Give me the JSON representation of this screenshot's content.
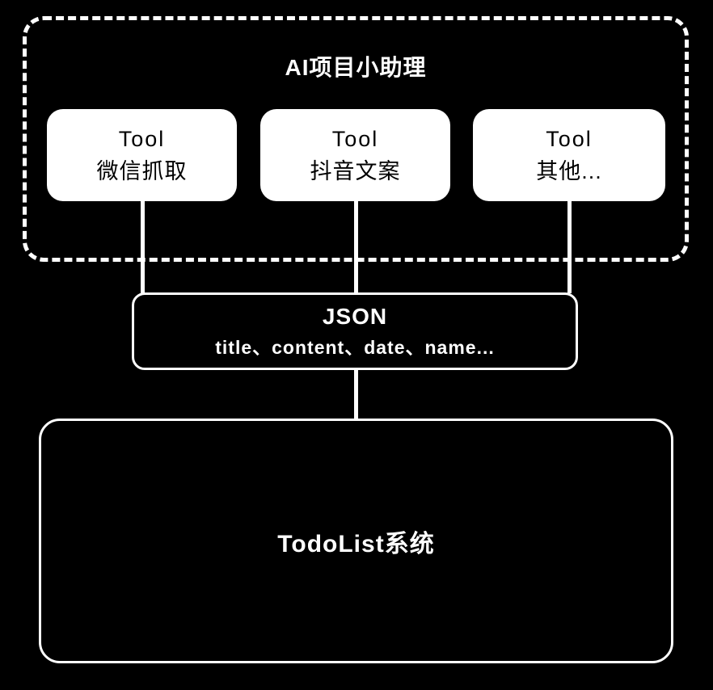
{
  "diagram": {
    "group": {
      "title": "AI项目小助理",
      "tools": [
        {
          "line1": "Tool",
          "line2": "微信抓取"
        },
        {
          "line1": "Tool",
          "line2": "抖音文案"
        },
        {
          "line1": "Tool",
          "line2": "其他..."
        }
      ]
    },
    "json_node": {
      "title": "JSON",
      "subtitle": "title、content、date、name..."
    },
    "todo_node": {
      "title": "TodoList系统"
    },
    "colors": {
      "background": "#000000",
      "stroke": "#ffffff",
      "node_fill": "#ffffff",
      "node_text": "#000000"
    }
  }
}
